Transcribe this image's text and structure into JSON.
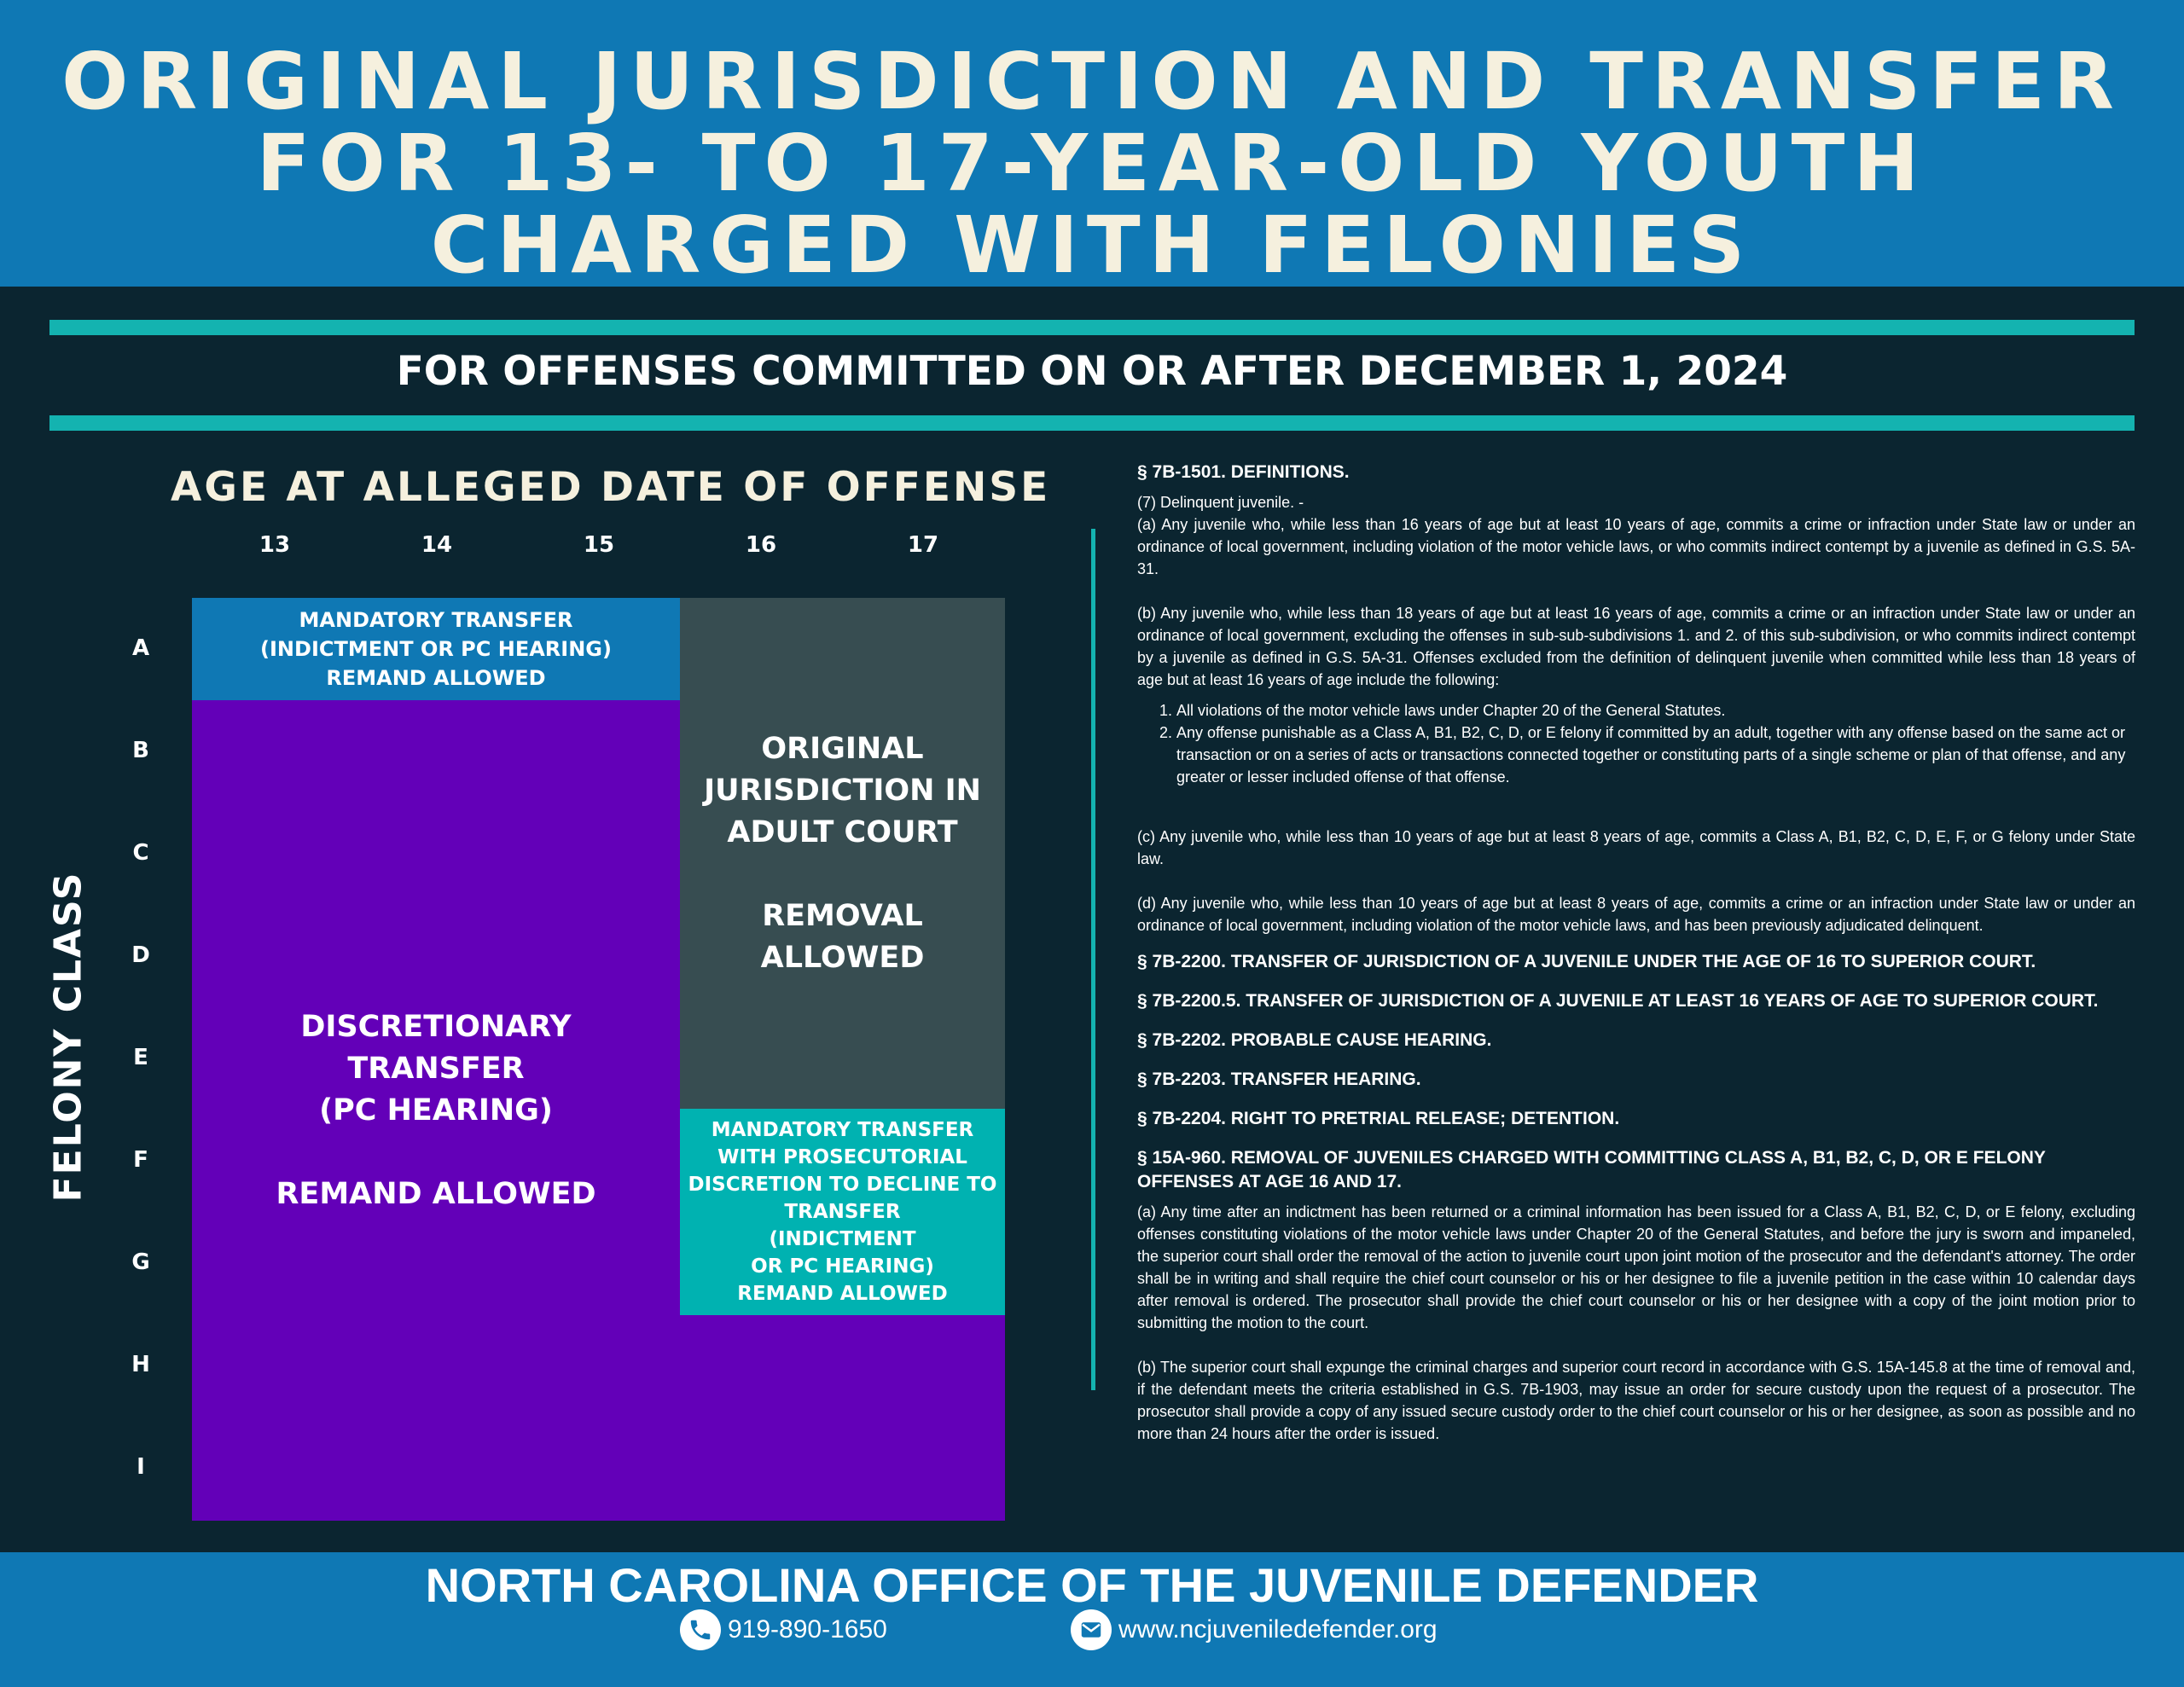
{
  "header": {
    "title_lines": [
      "ORIGINAL JURISDICTION AND TRANSFER",
      "FOR 13- TO 17-YEAR-OLD YOUTH",
      "CHARGED WITH FELONIES"
    ],
    "subtitle": "FOR OFFENSES COMMITTED ON OR AFTER DECEMBER 1, 2024"
  },
  "chart": {
    "age_title": "AGE AT ALLEGED DATE OF OFFENSE",
    "ages": [
      "13",
      "14",
      "15",
      "16",
      "17"
    ],
    "felony_label": "FELONY CLASS",
    "classes": [
      "A",
      "B",
      "C",
      "D",
      "E",
      "F",
      "G",
      "H",
      "I"
    ],
    "cells": {
      "mandatory_transfer": [
        "MANDATORY TRANSFER",
        "(INDICTMENT OR PC HEARING)",
        "REMAND ALLOWED"
      ],
      "discretionary_transfer": [
        "DISCRETIONARY",
        "TRANSFER",
        "(PC HEARING)",
        "",
        "REMAND ALLOWED"
      ],
      "original_jurisdiction": [
        "ORIGINAL",
        "JURISDICTION IN",
        "ADULT COURT",
        "",
        "REMOVAL",
        "ALLOWED"
      ],
      "prosecutorial_discretion": [
        "MANDATORY TRANSFER",
        "WITH PROSECUTORIAL",
        "DISCRETION TO DECLINE TO",
        "TRANSFER",
        "(INDICTMENT",
        "OR PC HEARING)",
        "REMAND ALLOWED"
      ]
    },
    "colors": {
      "mandatory": "#0f78b4",
      "discretionary": "#6300b8",
      "original": "#374d51",
      "prosecutorial": "#00b2b1"
    }
  },
  "statutes": {
    "s1501_heading": "§ 7B-1501. DEFINITIONS.",
    "s1501_intro": "(7) Delinquent juvenile. -",
    "s1501_a": "(a) Any juvenile who, while less than 16 years of age but at least 10 years of age, commits a crime or infraction under State law or under an ordinance of local government, including violation of the motor vehicle laws, or who commits indirect contempt by a juvenile as defined in G.S. 5A-31.",
    "s1501_b": "(b) Any juvenile who, while less than 18 years of age but at least 16 years of age, commits a crime or an infraction under State law or under an ordinance of local government, excluding the offenses in sub-sub-subdivisions 1. and 2. of this sub-subdivision, or who commits indirect contempt by a juvenile as defined in G.S. 5A-31. Offenses excluded from the definition of delinquent juvenile when committed while less than 18 years of age but at least 16 years of age include the following:",
    "s1501_b1": "All violations of the motor vehicle laws under Chapter 20 of the General Statutes.",
    "s1501_b2": "Any offense punishable as a Class A, B1, B2, C, D, or E felony if committed by an adult, together with any offense based on the same act or transaction or on a series of acts or transactions connected together or constituting parts of a single scheme or plan of that offense, and any greater or lesser included offense of that offense.",
    "s1501_c": "(c) Any juvenile who, while less than 10 years of age but at least 8 years of age, commits a Class A, B1, B2, C, D, E, F, or G felony under State law.",
    "s1501_d": "(d) Any juvenile who, while less than 10 years of age but at least 8 years of age, commits a crime or an infraction under State law or under an ordinance of local government, including violation of the motor vehicle laws, and has been previously adjudicated delinquent.",
    "s2200": "§ 7B-2200. TRANSFER OF JURISDICTION OF A JUVENILE UNDER THE AGE OF 16 TO SUPERIOR COURT.",
    "s22005": "§ 7B-2200.5. TRANSFER OF JURISDICTION OF A JUVENILE AT LEAST 16 YEARS OF AGE TO SUPERIOR COURT.",
    "s2202": "§ 7B-2202. PROBABLE CAUSE HEARING.",
    "s2203": "§ 7B-2203. TRANSFER HEARING.",
    "s2204": "§ 7B-2204. RIGHT TO PRETRIAL RELEASE; DETENTION.",
    "s960_heading": "§ 15A-960. REMOVAL OF JUVENILES CHARGED WITH COMMITTING CLASS A, B1, B2, C, D, OR E FELONY OFFENSES AT AGE 16 AND 17.",
    "s960_a": "(a) Any time after an indictment has been returned or a criminal information has been issued for a Class A, B1, B2, C, D, or E felony, excluding offenses constituting violations of the motor vehicle laws under Chapter 20 of the General Statutes, and before the jury is sworn and impaneled, the superior court shall order the removal of the action to juvenile court upon joint motion of the prosecutor and the defendant's attorney. The order shall be in writing and shall require the chief court counselor or his or her designee to file a juvenile petition in the case within 10 calendar days after removal is ordered. The prosecutor shall provide the chief court counselor or his or her designee with a copy of the joint motion prior to submitting the motion to the court.",
    "s960_b": "(b) The superior court shall expunge the criminal charges and superior court record in accordance with G.S. 15A-145.8 at the time of removal and, if the defendant meets the criteria established in G.S. 7B-1903, may issue an order for secure custody upon the request of a prosecutor. The prosecutor shall provide a copy of any issued secure custody order to the chief court counselor or his or her designee, as soon as possible and no more than 24 hours after the order is issued."
  },
  "footer": {
    "org": "NORTH CAROLINA OFFICE OF THE JUVENILE DEFENDER",
    "phone": "919-890-1650",
    "website": "www.ncjuveniledefender.org",
    "phone_icon": "phone-icon",
    "email_icon": "email-icon"
  }
}
